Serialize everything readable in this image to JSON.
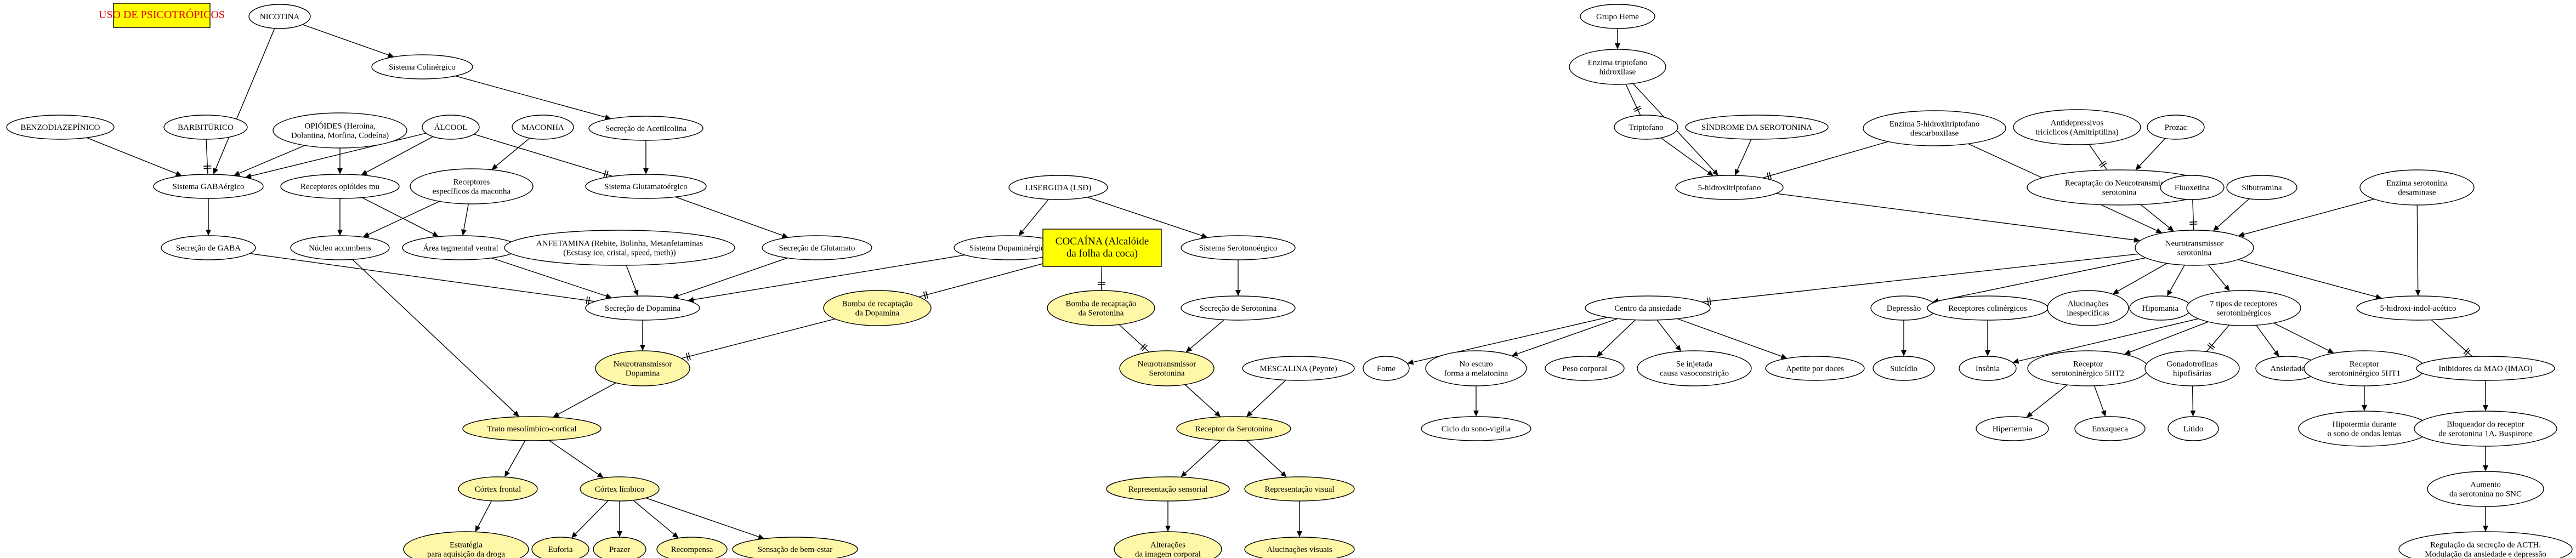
{
  "title": "USO DE PSICOTRÓPICOS",
  "nodes": {
    "title": {
      "lines": [
        "USO DE PSICOTRÓPICOS"
      ]
    },
    "nicotina": {
      "lines": [
        "NICOTINA"
      ]
    },
    "sis_colinergico": {
      "lines": [
        "Sistema Colinérgico"
      ]
    },
    "benzodiazepinico": {
      "lines": [
        "BENZODIAZEPÍNICO"
      ]
    },
    "barbiturico": {
      "lines": [
        "BARBITÚRICO"
      ]
    },
    "opioides": {
      "lines": [
        "OPIÓIDES (Heroína,",
        "Dolantina, Morfina, Codeína)"
      ]
    },
    "alcool": {
      "lines": [
        "ÁLCOOL"
      ]
    },
    "maconha": {
      "lines": [
        "MACONHA"
      ]
    },
    "secrecao_acetilcolina": {
      "lines": [
        "Secreção de Acetilcolina"
      ]
    },
    "sis_gabaergico": {
      "lines": [
        "Sistema GABAérgico"
      ]
    },
    "receptores_opioides": {
      "lines": [
        "Receptores opióides mu"
      ]
    },
    "receptores_maconha": {
      "lines": [
        "Receptores",
        "específicos da maconha"
      ]
    },
    "sis_glutamatoergico": {
      "lines": [
        "Sistema Glutamatoérgico"
      ]
    },
    "secrecao_gaba": {
      "lines": [
        "Secreção de GABA"
      ]
    },
    "nucleo_accumbens": {
      "lines": [
        "Núcleo accumbens"
      ]
    },
    "area_tegmental": {
      "lines": [
        "Área tegmental ventral"
      ]
    },
    "anfetamina": {
      "lines": [
        "ANFETAMINA (Rebite, Bolinha, Metanfetaminas",
        "(Ecstasy ice, cristal, speed, meth))"
      ]
    },
    "secrecao_glutamato": {
      "lines": [
        "Secreção de Glutamato"
      ]
    },
    "lisergida": {
      "lines": [
        "LISERGIDA (LSD)"
      ]
    },
    "sis_dopaminergico": {
      "lines": [
        "Sistema Dopaminérgico"
      ]
    },
    "cocaina": {
      "lines": [
        "COCAÍNA (Alcalóide",
        "da folha da coca)"
      ]
    },
    "sis_serotonergico": {
      "lines": [
        "Sistema Serotonoérgico"
      ]
    },
    "secrecao_dopamina": {
      "lines": [
        "Secreção de Dopamina"
      ]
    },
    "bomba_dopamina": {
      "lines": [
        "Bomba de recaptação",
        "da Dopamina"
      ]
    },
    "bomba_serotonina": {
      "lines": [
        "Bomba de recaptação",
        "da Serotonina"
      ]
    },
    "secrecao_serotonina": {
      "lines": [
        "Secreção de Serotonina"
      ]
    },
    "neuro_dopamina": {
      "lines": [
        "Neurotransmissor",
        "Dopamina"
      ]
    },
    "neuro_serotonina_y": {
      "lines": [
        "Neurotransmissor",
        "Serotonina"
      ]
    },
    "mescalina": {
      "lines": [
        "MESCALINA (Peyote)"
      ]
    },
    "trato_meso": {
      "lines": [
        "Trato mesolímbico-cortical"
      ]
    },
    "receptor_serotonina": {
      "lines": [
        "Receptor da Serotonina"
      ]
    },
    "cortex_frontal": {
      "lines": [
        "Córtex frontal"
      ]
    },
    "cortex_limbico": {
      "lines": [
        "Córtex límbico"
      ]
    },
    "rep_sensorial": {
      "lines": [
        "Representação sensorial"
      ]
    },
    "rep_visual": {
      "lines": [
        "Representação visual"
      ]
    },
    "estrategia": {
      "lines": [
        "Estratégia",
        "para aquisição da droga"
      ]
    },
    "euforia": {
      "lines": [
        "Euforia"
      ]
    },
    "prazer": {
      "lines": [
        "Prazer"
      ]
    },
    "recompensa": {
      "lines": [
        "Recompensa"
      ]
    },
    "bem_estar": {
      "lines": [
        "Sensação de bem-estar"
      ]
    },
    "alteracoes": {
      "lines": [
        "Alterações",
        "da imagem corporal"
      ]
    },
    "alucinacoes_visuais": {
      "lines": [
        "Alucinações visuais"
      ]
    },
    "grupo_heme": {
      "lines": [
        "Grupo Heme"
      ]
    },
    "enzima_triptofano": {
      "lines": [
        "Enzima triptofano",
        "hidroxilase"
      ]
    },
    "sindrome": {
      "lines": [
        "SÍNDROME DA SEROTONINA"
      ]
    },
    "enzima_descarboxilase": {
      "lines": [
        "Enzima 5-hidroxitriptofano",
        "descarboxilase"
      ]
    },
    "antidepressivos": {
      "lines": [
        "Antidepressivos",
        "tricíclicos (Amitriptilina)"
      ]
    },
    "prozac": {
      "lines": [
        "Prozac"
      ]
    },
    "triptofano": {
      "lines": [
        "Triptofano"
      ]
    },
    "hidroxitriptofano": {
      "lines": [
        "5-hidroxitriptofano"
      ]
    },
    "recaptacao_serotonina": {
      "lines": [
        "Recaptação do Neurotransmissor",
        "serotonina"
      ]
    },
    "fluoxetina": {
      "lines": [
        "Fluoxetina"
      ]
    },
    "sibutramina": {
      "lines": [
        "Sibutramina"
      ]
    },
    "enzima_desaminase": {
      "lines": [
        "Enzima serotonina",
        "desaminase"
      ]
    },
    "neuro_serotonina": {
      "lines": [
        "Neurotransmissor",
        "serotonina"
      ]
    },
    "centro_ansiedade": {
      "lines": [
        "Centro da ansiedade"
      ]
    },
    "depressao": {
      "lines": [
        "Depressão"
      ]
    },
    "receptores_colinergicos": {
      "lines": [
        "Receptores colinérgicos"
      ]
    },
    "alucinacoes_inesp": {
      "lines": [
        "Alucinações",
        "inespecíficas"
      ]
    },
    "hipomania": {
      "lines": [
        "Hipomania"
      ]
    },
    "sete_tipos": {
      "lines": [
        "7 tipos de receptores",
        "serotoninérgicos"
      ]
    },
    "hidroxi_indol": {
      "lines": [
        "5-hidroxi-indol-acético"
      ]
    },
    "fome": {
      "lines": [
        "Fome"
      ]
    },
    "escuro": {
      "lines": [
        "No escuro",
        "forma a melatonina"
      ]
    },
    "peso": {
      "lines": [
        "Peso corporal"
      ]
    },
    "vasoconstricao": {
      "lines": [
        "Se injetada",
        "causa vasoconstrição"
      ]
    },
    "apetite": {
      "lines": [
        "Apetite por doces"
      ]
    },
    "suicidio": {
      "lines": [
        "Suicídio"
      ]
    },
    "insonia": {
      "lines": [
        "Insônia"
      ]
    },
    "receptor_5ht2": {
      "lines": [
        "Receptor",
        "serotoninérgico 5HT2"
      ]
    },
    "gonadotrofinas": {
      "lines": [
        "Gonadotrofinas",
        "hipofisárias"
      ]
    },
    "ansiedade": {
      "lines": [
        "Ansiedade"
      ]
    },
    "receptor_5ht1": {
      "lines": [
        "Receptor",
        "serotoninérgico 5HT1"
      ]
    },
    "inibidores_mao": {
      "lines": [
        "Inibidores da MAO (IMAO)"
      ]
    },
    "ciclo_sono": {
      "lines": [
        "Ciclo do sono-vigília"
      ]
    },
    "hipertermia": {
      "lines": [
        "Hipertermia"
      ]
    },
    "enxaqueca": {
      "lines": [
        "Enxaqueca"
      ]
    },
    "litido": {
      "lines": [
        "Litido"
      ]
    },
    "hipotermia": {
      "lines": [
        "Hipotermia durante",
        "o sono de ondas lentas"
      ]
    },
    "bloqueador": {
      "lines": [
        "Bloqueador do receptor",
        "de serotonina 1A. Buspirone"
      ]
    },
    "aumento": {
      "lines": [
        "Aumento",
        "da serotonina no SNC"
      ]
    },
    "regulacao": {
      "lines": [
        "Regulação da secreção de ACTH.",
        "Modulação da ansiedade e depressão"
      ]
    }
  },
  "edges": [
    {
      "from": "nicotina",
      "to": "sis_colinergico",
      "type": "arrow"
    },
    {
      "from": "nicotina",
      "to": "sis_gabaergico",
      "type": "arrow"
    },
    {
      "from": "benzodiazepinico",
      "to": "sis_gabaergico",
      "type": "arrow"
    },
    {
      "from": "barbiturico",
      "to": "sis_gabaergico",
      "type": "tee"
    },
    {
      "from": "opioides",
      "to": "sis_gabaergico",
      "type": "arrow"
    },
    {
      "from": "opioides",
      "to": "receptores_opioides",
      "type": "arrow"
    },
    {
      "from": "alcool",
      "to": "sis_gabaergico",
      "type": "arrow"
    },
    {
      "from": "alcool",
      "to": "receptores_opioides",
      "type": "arrow"
    },
    {
      "from": "alcool",
      "to": "sis_glutamatoergico",
      "type": "tee"
    },
    {
      "from": "sis_colinergico",
      "to": "secrecao_acetilcolina",
      "type": "arrow"
    },
    {
      "from": "maconha",
      "to": "receptores_maconha",
      "type": "arrow"
    },
    {
      "from": "secrecao_acetilcolina",
      "to": "sis_glutamatoergico",
      "type": "arrow"
    },
    {
      "from": "sis_gabaergico",
      "to": "secrecao_gaba",
      "type": "arrow"
    },
    {
      "from": "receptores_opioides",
      "to": "nucleo_accumbens",
      "type": "arrow"
    },
    {
      "from": "receptores_opioides",
      "to": "area_tegmental",
      "type": "arrow"
    },
    {
      "from": "receptores_maconha",
      "to": "nucleo_accumbens",
      "type": "arrow"
    },
    {
      "from": "receptores_maconha",
      "to": "area_tegmental",
      "type": "arrow"
    },
    {
      "from": "sis_glutamatoergico",
      "to": "secrecao_glutamato",
      "type": "arrow"
    },
    {
      "from": "secrecao_gaba",
      "to": "secrecao_dopamina",
      "type": "tee"
    },
    {
      "from": "area_tegmental",
      "to": "secrecao_dopamina",
      "type": "arrow"
    },
    {
      "from": "anfetamina",
      "to": "secrecao_dopamina",
      "type": "arrow"
    },
    {
      "from": "secrecao_glutamato",
      "to": "secrecao_dopamina",
      "type": "arrow"
    },
    {
      "from": "sis_dopaminergico",
      "to": "secrecao_dopamina",
      "type": "arrow"
    },
    {
      "from": "nucleo_accumbens",
      "to": "trato_meso",
      "type": "arrow"
    },
    {
      "from": "lisergida",
      "to": "sis_dopaminergico",
      "type": "arrow"
    },
    {
      "from": "lisergida",
      "to": "sis_serotonergico",
      "type": "arrow"
    },
    {
      "from": "cocaina",
      "to": "bomba_dopamina",
      "type": "tee"
    },
    {
      "from": "cocaina",
      "to": "bomba_serotonina",
      "type": "tee"
    },
    {
      "from": "sis_serotonergico",
      "to": "secrecao_serotonina",
      "type": "arrow"
    },
    {
      "from": "secrecao_dopamina",
      "to": "neuro_dopamina",
      "type": "arrow"
    },
    {
      "from": "bomba_dopamina",
      "to": "neuro_dopamina",
      "type": "tee"
    },
    {
      "from": "bomba_serotonina",
      "to": "neuro_serotonina_y",
      "type": "tee"
    },
    {
      "from": "secrecao_serotonina",
      "to": "neuro_serotonina_y",
      "type": "arrow"
    },
    {
      "from": "neuro_dopamina",
      "to": "trato_meso",
      "type": "arrow"
    },
    {
      "from": "neuro_serotonina_y",
      "to": "receptor_serotonina",
      "type": "arrow"
    },
    {
      "from": "mescalina",
      "to": "receptor_serotonina",
      "type": "arrow"
    },
    {
      "from": "trato_meso",
      "to": "cortex_frontal",
      "type": "arrow"
    },
    {
      "from": "trato_meso",
      "to": "cortex_limbico",
      "type": "arrow"
    },
    {
      "from": "receptor_serotonina",
      "to": "rep_sensorial",
      "type": "arrow"
    },
    {
      "from": "receptor_serotonina",
      "to": "rep_visual",
      "type": "arrow"
    },
    {
      "from": "cortex_frontal",
      "to": "estrategia",
      "type": "arrow"
    },
    {
      "from": "cortex_limbico",
      "to": "euforia",
      "type": "arrow"
    },
    {
      "from": "cortex_limbico",
      "to": "prazer",
      "type": "arrow"
    },
    {
      "from": "cortex_limbico",
      "to": "recompensa",
      "type": "arrow"
    },
    {
      "from": "cortex_limbico",
      "to": "bem_estar",
      "type": "arrow"
    },
    {
      "from": "rep_sensorial",
      "to": "alteracoes",
      "type": "arrow"
    },
    {
      "from": "rep_visual",
      "to": "alucinacoes_visuais",
      "type": "arrow"
    },
    {
      "from": "grupo_heme",
      "to": "enzima_triptofano",
      "type": "arrow"
    },
    {
      "from": "enzima_triptofano",
      "to": "triptofano",
      "type": "tee"
    },
    {
      "from": "enzima_triptofano",
      "to": "hidroxitriptofano",
      "type": "arrow"
    },
    {
      "from": "triptofano",
      "to": "hidroxitriptofano",
      "type": "arrow"
    },
    {
      "from": "sindrome",
      "to": "hidroxitriptofano",
      "type": "arrow"
    },
    {
      "from": "enzima_descarboxilase",
      "to": "hidroxitriptofano",
      "type": "tee"
    },
    {
      "from": "enzima_descarboxilase",
      "to": "neuro_serotonina",
      "type": "arrow"
    },
    {
      "from": "antidepressivos",
      "to": "recaptacao_serotonina",
      "type": "tee"
    },
    {
      "from": "prozac",
      "to": "recaptacao_serotonina",
      "type": "arrow"
    },
    {
      "from": "hidroxitriptofano",
      "to": "neuro_serotonina",
      "type": "arrow"
    },
    {
      "from": "recaptacao_serotonina",
      "to": "neuro_serotonina",
      "type": "arrow"
    },
    {
      "from": "fluoxetina",
      "to": "neuro_serotonina",
      "type": "tee"
    },
    {
      "from": "sibutramina",
      "to": "neuro_serotonina",
      "type": "arrow"
    },
    {
      "from": "enzima_desaminase",
      "to": "neuro_serotonina",
      "type": "arrow"
    },
    {
      "from": "enzima_desaminase",
      "to": "hidroxi_indol",
      "type": "arrow"
    },
    {
      "from": "neuro_serotonina",
      "to": "centro_ansiedade",
      "type": "tee"
    },
    {
      "from": "neuro_serotonina",
      "to": "depressao",
      "type": "arrow"
    },
    {
      "from": "neuro_serotonina",
      "to": "alucinacoes_inesp",
      "type": "arrow"
    },
    {
      "from": "neuro_serotonina",
      "to": "hipomania",
      "type": "arrow"
    },
    {
      "from": "neuro_serotonina",
      "to": "sete_tipos",
      "type": "arrow"
    },
    {
      "from": "neuro_serotonina",
      "to": "hidroxi_indol",
      "type": "arrow"
    },
    {
      "from": "centro_ansiedade",
      "to": "fome",
      "type": "arrow"
    },
    {
      "from": "centro_ansiedade",
      "to": "escuro",
      "type": "arrow"
    },
    {
      "from": "centro_ansiedade",
      "to": "peso",
      "type": "arrow"
    },
    {
      "from": "centro_ansiedade",
      "to": "vasoconstricao",
      "type": "arrow"
    },
    {
      "from": "centro_ansiedade",
      "to": "apetite",
      "type": "arrow"
    },
    {
      "from": "depressao",
      "to": "suicidio",
      "type": "arrow"
    },
    {
      "from": "receptores_colinergicos",
      "to": "insonia",
      "type": "arrow"
    },
    {
      "from": "sete_tipos",
      "to": "insonia",
      "type": "arrow"
    },
    {
      "from": "sete_tipos",
      "to": "receptor_5ht2",
      "type": "arrow"
    },
    {
      "from": "sete_tipos",
      "to": "gonadotrofinas",
      "type": "tee"
    },
    {
      "from": "sete_tipos",
      "to": "ansiedade",
      "type": "arrow"
    },
    {
      "from": "sete_tipos",
      "to": "receptor_5ht1",
      "type": "arrow"
    },
    {
      "from": "hidroxi_indol",
      "to": "inibidores_mao",
      "type": "tee"
    },
    {
      "from": "escuro",
      "to": "ciclo_sono",
      "type": "arrow"
    },
    {
      "from": "receptor_5ht2",
      "to": "hipertermia",
      "type": "arrow"
    },
    {
      "from": "receptor_5ht2",
      "to": "enxaqueca",
      "type": "arrow"
    },
    {
      "from": "gonadotrofinas",
      "to": "litido",
      "type": "arrow"
    },
    {
      "from": "receptor_5ht1",
      "to": "hipotermia",
      "type": "arrow"
    },
    {
      "from": "inibidores_mao",
      "to": "bloqueador",
      "type": "arrow"
    },
    {
      "from": "bloqueador",
      "to": "aumento",
      "type": "arrow"
    },
    {
      "from": "aumento",
      "to": "regulacao",
      "type": "arrow"
    }
  ]
}
